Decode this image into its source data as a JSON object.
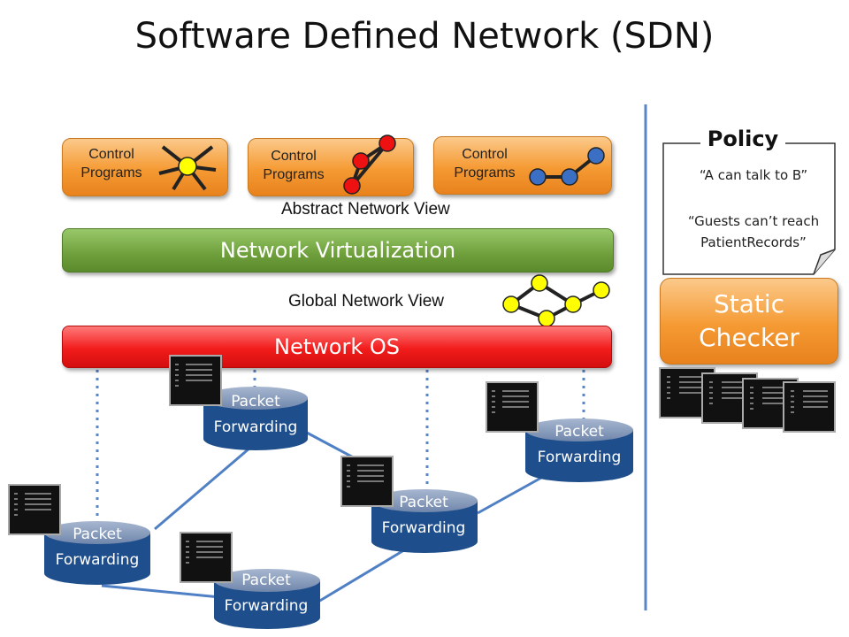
{
  "title": "Software Defined Network (SDN)",
  "control_programs": [
    {
      "line1": "Control",
      "line2": "Programs"
    },
    {
      "line1": "Control",
      "line2": "Programs"
    },
    {
      "line1": "Control",
      "line2": "Programs"
    }
  ],
  "abstract_view_label": "Abstract Network View",
  "virtualization_label": "Network Virtualization",
  "global_view_label": "Global Network View",
  "network_os_label": "Network OS",
  "policy": {
    "title": "Policy",
    "rule1": "“A can talk to B”",
    "rule2_line1": "“Guests can’t reach",
    "rule2_line2": "PatientRecords”"
  },
  "static_checker": {
    "line1": "Static",
    "line2": "Checker"
  },
  "switches": [
    {
      "line1": "Packet",
      "line2": "Forwarding"
    },
    {
      "line1": "Packet",
      "line2": "Forwarding"
    },
    {
      "line1": "Packet",
      "line2": "Forwarding"
    },
    {
      "line1": "Packet",
      "line2": "Forwarding"
    },
    {
      "line1": "Packet",
      "line2": "Forwarding"
    }
  ],
  "colors": {
    "orange": "#f59a33",
    "green": "#6e9f3b",
    "red": "#f21c1c",
    "cylinder": "#1f4e8c",
    "link": "#4f7fc4",
    "yellow_node": "#ffff00",
    "red_node": "#ee1111",
    "blue_node": "#3a6fc4"
  }
}
